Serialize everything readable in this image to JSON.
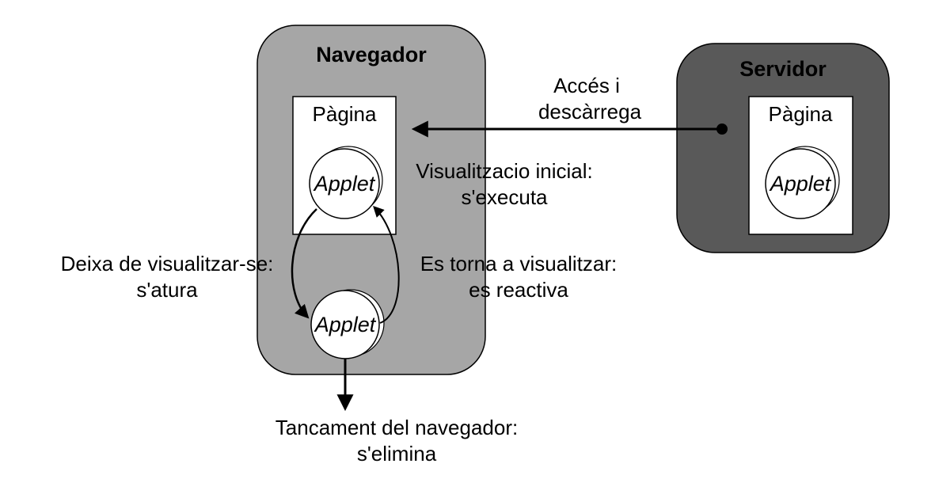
{
  "browser": {
    "title": "Navegador",
    "page_label": "Pàgina",
    "applet_label": "Applet",
    "applet_label_2": "Applet"
  },
  "server": {
    "title": "Servidor",
    "page_label": "Pàgina",
    "applet_label": "Applet"
  },
  "labels": {
    "access_1": "Accés i",
    "access_2": "descàrrega",
    "init_1": "Visualitzacio inicial:",
    "init_2": "s'executa",
    "stop_1": "Deixa de visualitzar-se:",
    "stop_2": "s'atura",
    "resume_1": "Es torna a visualitzar:",
    "resume_2": "es reactiva",
    "close_1": "Tancament del navegador:",
    "close_2": "s'elimina"
  },
  "colors": {
    "browser_fill": "#a6a6a6",
    "server_fill": "#595959",
    "page_fill": "#ffffff"
  }
}
